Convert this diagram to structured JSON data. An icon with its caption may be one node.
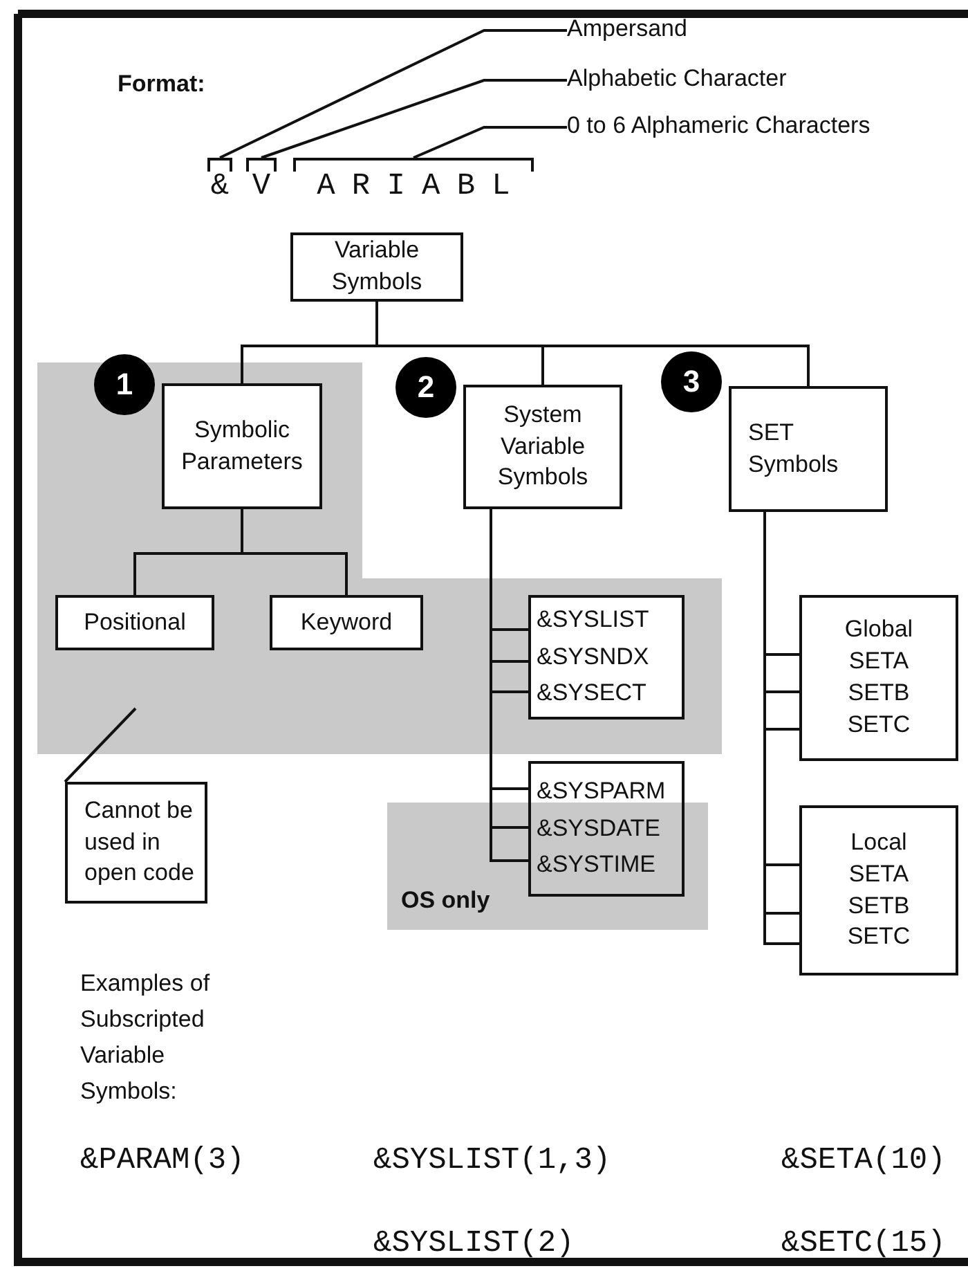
{
  "diagram": {
    "nodes": [
      {
        "text": [
          "Ampersand"
        ]
      },
      {
        "text": [
          "Alphabetic Character"
        ]
      },
      {
        "text": [
          "0 to 6 Alphameric Characters"
        ]
      },
      {
        "text": [
          "&"
        ]
      },
      {
        "text": [
          "V"
        ]
      },
      {
        "text": [
          "ARIABL"
        ]
      },
      {
        "text": [
          "Variable Symbols"
        ]
      },
      {
        "text": [
          "1"
        ]
      },
      {
        "text": [
          "Symbolic Parameters"
        ]
      },
      {
        "text": [
          "2"
        ]
      },
      {
        "text": [
          "System Variable Symbols"
        ]
      },
      {
        "text": [
          "3"
        ]
      },
      {
        "text": [
          "SET Symbols"
        ]
      },
      {
        "text": [
          "Positional"
        ]
      },
      {
        "text": [
          "Keyword"
        ]
      },
      {
        "text": [
          "&SYSLIST",
          "&SYSNDX",
          "&SYSECT"
        ]
      },
      {
        "text": [
          "&SYSPARM",
          "&SYSDATE",
          "&SYSTIME"
        ]
      },
      {
        "text": [
          "Global",
          "SETA",
          "SETB",
          "SETC"
        ]
      },
      {
        "text": [
          "Local",
          "SETA",
          "SETB",
          "SETC"
        ]
      },
      {
        "text": [
          "Cannot be used in open code"
        ]
      }
    ],
    "edges": [
      {
        "from": 0,
        "to": 3,
        "arrow": "none"
      },
      {
        "from": 1,
        "to": 4,
        "arrow": "none"
      },
      {
        "from": 2,
        "to": 5,
        "arrow": "none"
      },
      {
        "from": 6,
        "to": 8,
        "arrow": "none"
      },
      {
        "from": 6,
        "to": 10,
        "arrow": "none"
      },
      {
        "from": 6,
        "to": 12,
        "arrow": "none"
      },
      {
        "from": 8,
        "to": 13,
        "arrow": "none"
      },
      {
        "from": 8,
        "to": 14,
        "arrow": "none"
      },
      {
        "from": 10,
        "to": 15,
        "arrow": "none"
      },
      {
        "from": 10,
        "to": 16,
        "arrow": "none"
      },
      {
        "from": 12,
        "to": 17,
        "arrow": "none"
      },
      {
        "from": 12,
        "to": 18,
        "arrow": "none"
      },
      {
        "from": 19,
        "to": null,
        "arrow": "none"
      }
    ],
    "labels": [
      "Format:",
      "OS only",
      "Examples of Subscripted Variable Symbols:",
      "&PARAM(3)",
      "&SYSLIST(1,3)",
      "&SETA(10)",
      "&SYSLIST(2)",
      "&SETC(15)"
    ]
  }
}
